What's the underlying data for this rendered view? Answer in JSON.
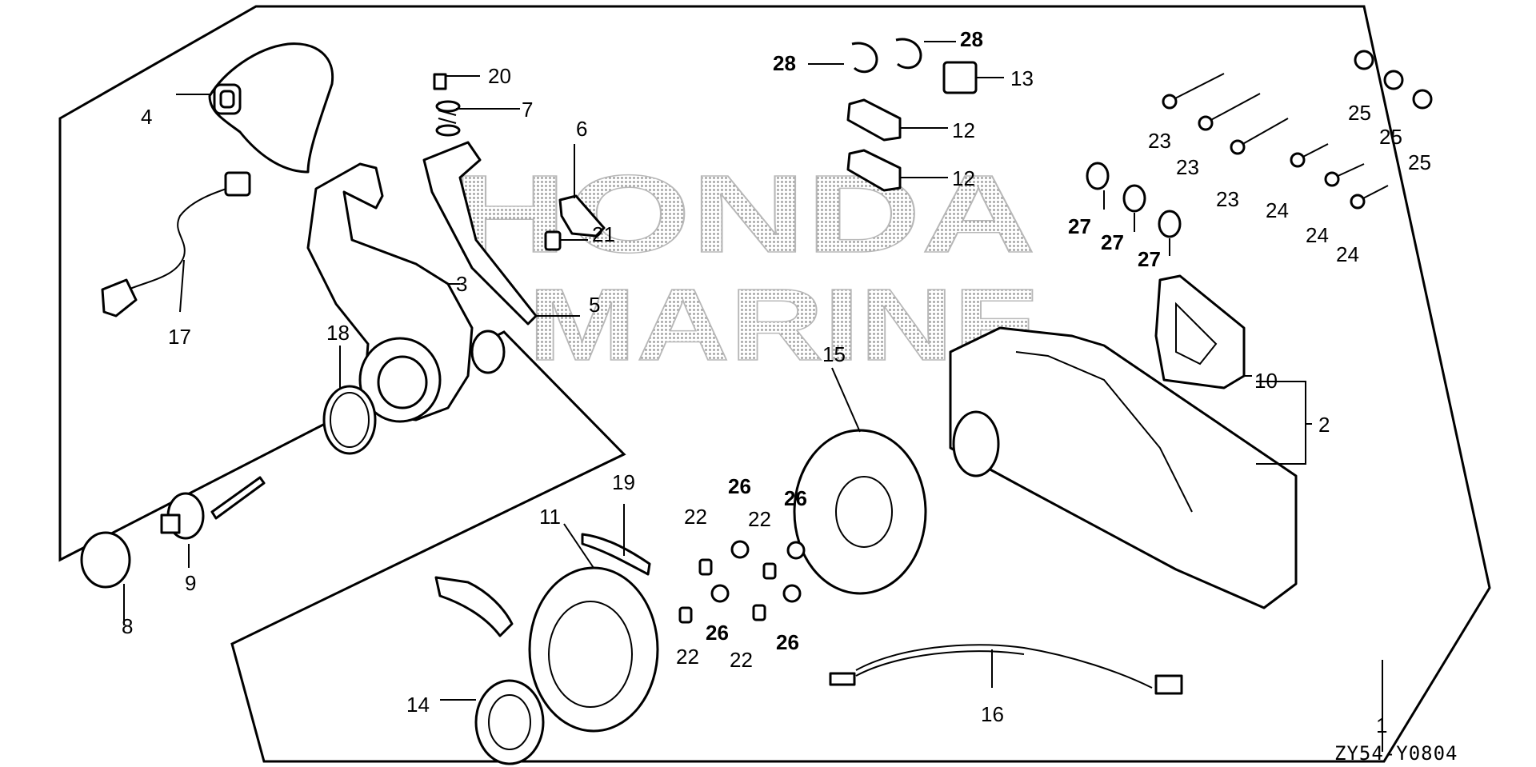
{
  "watermark": {
    "line1": "HONDA",
    "line2": "MARINE"
  },
  "diagram_code": "ZY54-Y0804",
  "callouts": [
    {
      "id": "c1",
      "text": "1"
    },
    {
      "id": "c2",
      "text": "2"
    },
    {
      "id": "c3",
      "text": "3"
    },
    {
      "id": "c4",
      "text": "4"
    },
    {
      "id": "c5",
      "text": "5"
    },
    {
      "id": "c6",
      "text": "6"
    },
    {
      "id": "c7",
      "text": "7"
    },
    {
      "id": "c8",
      "text": "8"
    },
    {
      "id": "c9",
      "text": "9"
    },
    {
      "id": "c10",
      "text": "10"
    },
    {
      "id": "c11",
      "text": "11"
    },
    {
      "id": "c12a",
      "text": "12"
    },
    {
      "id": "c12b",
      "text": "12"
    },
    {
      "id": "c13",
      "text": "13"
    },
    {
      "id": "c14",
      "text": "14"
    },
    {
      "id": "c15",
      "text": "15"
    },
    {
      "id": "c16",
      "text": "16"
    },
    {
      "id": "c17",
      "text": "17"
    },
    {
      "id": "c18",
      "text": "18"
    },
    {
      "id": "c19",
      "text": "19"
    },
    {
      "id": "c20",
      "text": "20"
    },
    {
      "id": "c21",
      "text": "21"
    },
    {
      "id": "c22a",
      "text": "22"
    },
    {
      "id": "c22b",
      "text": "22"
    },
    {
      "id": "c22c",
      "text": "22"
    },
    {
      "id": "c22d",
      "text": "22"
    },
    {
      "id": "c23a",
      "text": "23"
    },
    {
      "id": "c23b",
      "text": "23"
    },
    {
      "id": "c23c",
      "text": "23"
    },
    {
      "id": "c24a",
      "text": "24"
    },
    {
      "id": "c24b",
      "text": "24"
    },
    {
      "id": "c24c",
      "text": "24"
    },
    {
      "id": "c25a",
      "text": "25"
    },
    {
      "id": "c25b",
      "text": "25"
    },
    {
      "id": "c25c",
      "text": "25"
    },
    {
      "id": "c26a",
      "text": "26"
    },
    {
      "id": "c26b",
      "text": "26"
    },
    {
      "id": "c26c",
      "text": "26"
    },
    {
      "id": "c26d",
      "text": "26"
    },
    {
      "id": "c27a",
      "text": "27"
    },
    {
      "id": "c27b",
      "text": "27"
    },
    {
      "id": "c27c",
      "text": "27"
    },
    {
      "id": "c28a",
      "text": "28"
    },
    {
      "id": "c28b",
      "text": "28"
    }
  ]
}
